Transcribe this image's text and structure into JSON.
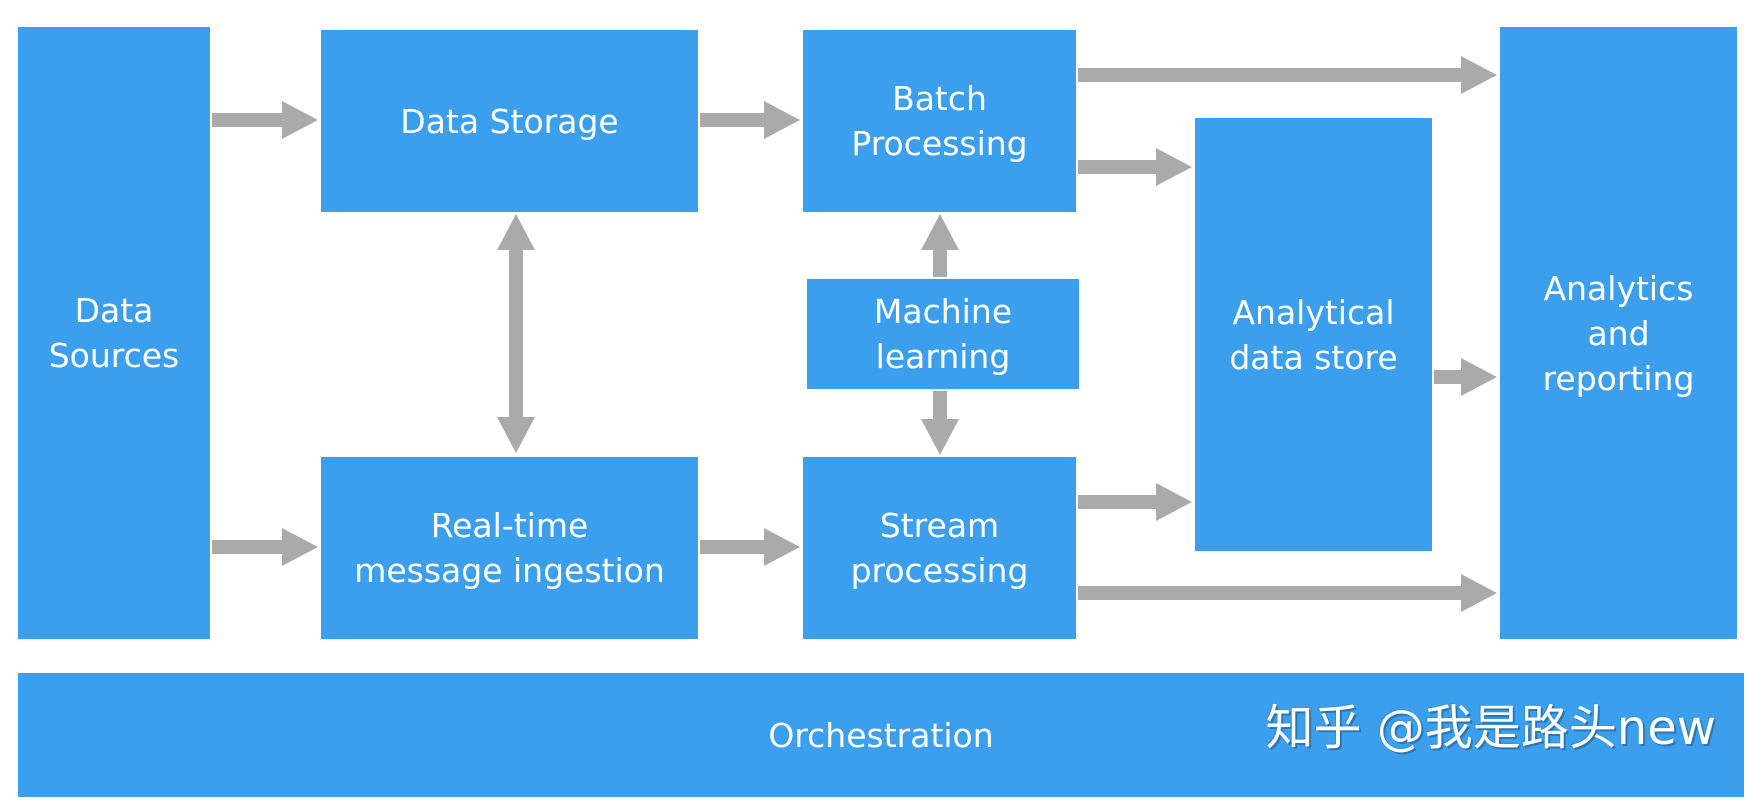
{
  "diagram": {
    "nodes": {
      "data_sources": "Data\nSources",
      "data_storage": "Data Storage",
      "realtime_ingestion": "Real-time\nmessage ingestion",
      "batch_processing": "Batch\nProcessing",
      "machine_learning": "Machine\nlearning",
      "stream_processing": "Stream\nprocessing",
      "analytical_data_store": "Analytical\ndata store",
      "analytics_reporting": "Analytics\nand\nreporting",
      "orchestration": "Orchestration"
    },
    "edges": [
      {
        "from": "data_sources",
        "to": "data_storage"
      },
      {
        "from": "data_sources",
        "to": "realtime_ingestion"
      },
      {
        "from": "data_storage",
        "to": "batch_processing"
      },
      {
        "from": "data_storage",
        "to": "realtime_ingestion",
        "bidirectional": true
      },
      {
        "from": "realtime_ingestion",
        "to": "stream_processing"
      },
      {
        "from": "machine_learning",
        "to": "batch_processing"
      },
      {
        "from": "machine_learning",
        "to": "stream_processing"
      },
      {
        "from": "batch_processing",
        "to": "analytics_reporting"
      },
      {
        "from": "batch_processing",
        "to": "analytical_data_store"
      },
      {
        "from": "stream_processing",
        "to": "analytical_data_store"
      },
      {
        "from": "stream_processing",
        "to": "analytics_reporting"
      },
      {
        "from": "analytical_data_store",
        "to": "analytics_reporting"
      }
    ],
    "watermark": "知乎 @我是路头new",
    "colors": {
      "box": "#3b9fed",
      "arrow": "#aaaaaa",
      "text": "#ffffff",
      "background": "#ffffff"
    }
  }
}
